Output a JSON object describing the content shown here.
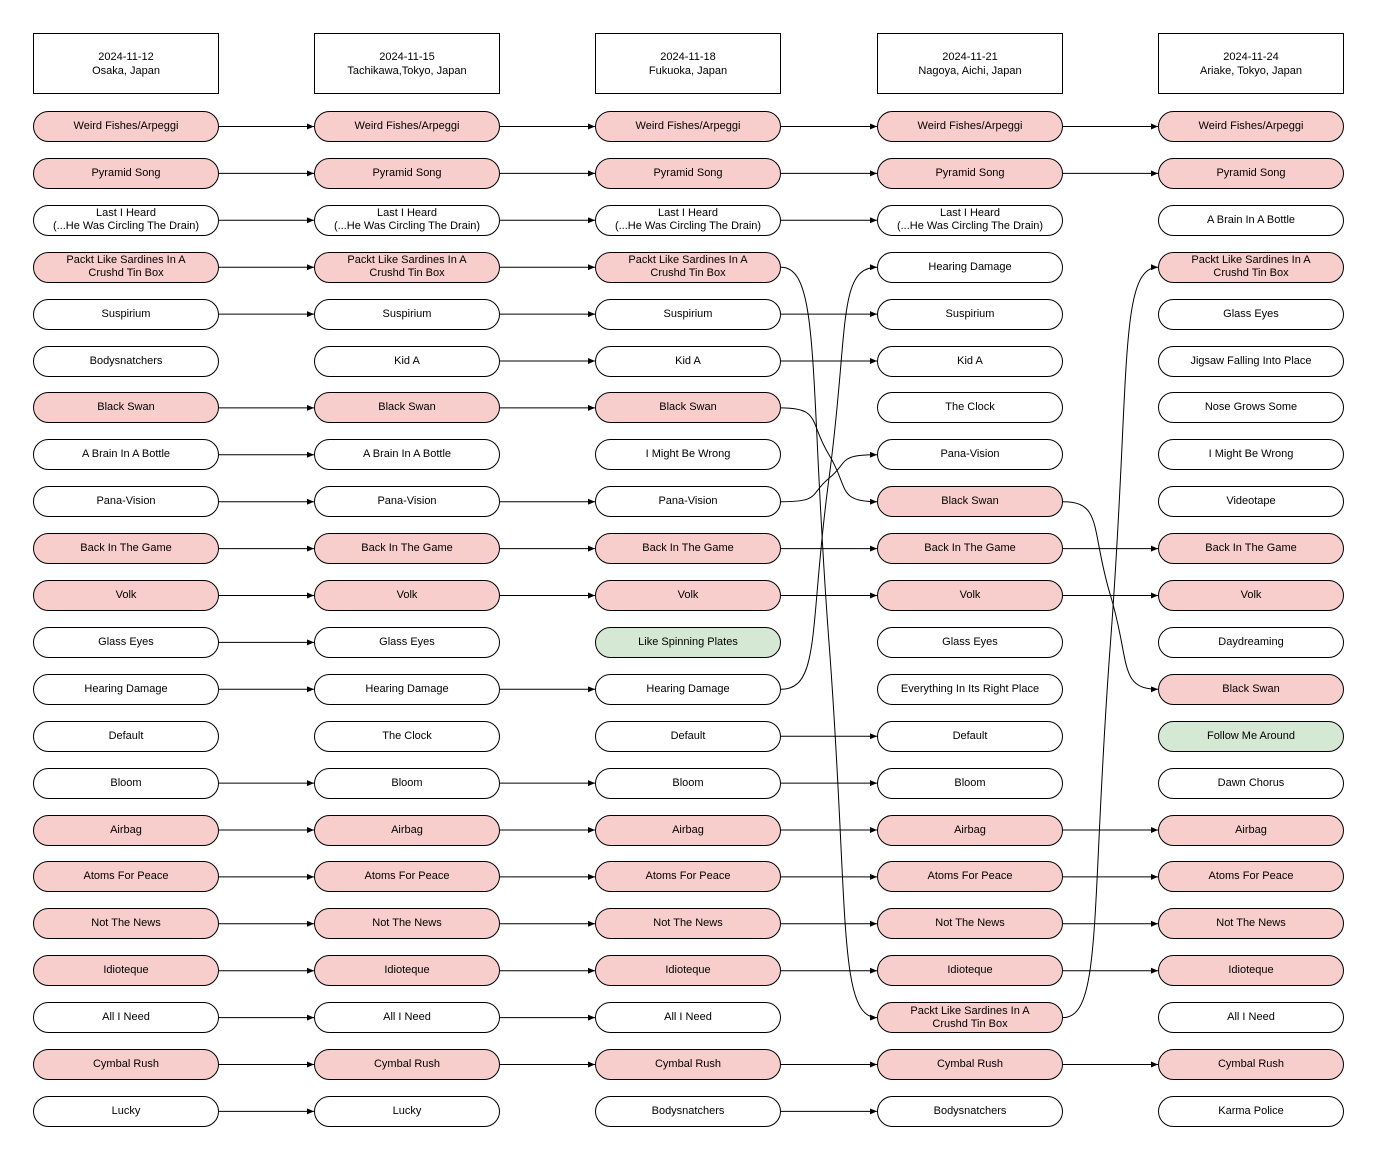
{
  "colors": {
    "repeated": "#f8cecc",
    "new": "#d5e8d4",
    "plain": "#ffffff",
    "stroke": "#000000"
  },
  "shows": [
    {
      "date": "2024-11-12",
      "location": "Osaka, Japan",
      "songs": [
        {
          "title": "Weird Fishes/Arpeggi",
          "fill": "red"
        },
        {
          "title": "Pyramid Song",
          "fill": "red"
        },
        {
          "title": "Last I Heard\n(...He Was Circling The Drain)",
          "fill": "white"
        },
        {
          "title": "Packt Like Sardines In A\nCrushd Tin Box",
          "fill": "red"
        },
        {
          "title": "Suspirium",
          "fill": "white"
        },
        {
          "title": "Bodysnatchers",
          "fill": "white"
        },
        {
          "title": "Black Swan",
          "fill": "red"
        },
        {
          "title": "A Brain In A Bottle",
          "fill": "white"
        },
        {
          "title": "Pana-Vision",
          "fill": "white"
        },
        {
          "title": "Back In The Game",
          "fill": "red"
        },
        {
          "title": "Volk",
          "fill": "red"
        },
        {
          "title": "Glass Eyes",
          "fill": "white"
        },
        {
          "title": "Hearing Damage",
          "fill": "white"
        },
        {
          "title": "Default",
          "fill": "white"
        },
        {
          "title": "Bloom",
          "fill": "white"
        },
        {
          "title": "Airbag",
          "fill": "red"
        },
        {
          "title": "Atoms For Peace",
          "fill": "red"
        },
        {
          "title": "Not The News",
          "fill": "red"
        },
        {
          "title": "Idioteque",
          "fill": "red"
        },
        {
          "title": "All I Need",
          "fill": "white"
        },
        {
          "title": "Cymbal Rush",
          "fill": "red"
        },
        {
          "title": "Lucky",
          "fill": "white"
        }
      ]
    },
    {
      "date": "2024-11-15",
      "location": "Tachikawa,Tokyo, Japan",
      "songs": [
        {
          "title": "Weird Fishes/Arpeggi",
          "fill": "red"
        },
        {
          "title": "Pyramid Song",
          "fill": "red"
        },
        {
          "title": "Last I Heard\n(...He Was Circling The Drain)",
          "fill": "white"
        },
        {
          "title": "Packt Like Sardines In A\nCrushd Tin Box",
          "fill": "red"
        },
        {
          "title": "Suspirium",
          "fill": "white"
        },
        {
          "title": "Kid A",
          "fill": "white"
        },
        {
          "title": "Black Swan",
          "fill": "red"
        },
        {
          "title": "A Brain In A Bottle",
          "fill": "white"
        },
        {
          "title": "Pana-Vision",
          "fill": "white"
        },
        {
          "title": "Back In The Game",
          "fill": "red"
        },
        {
          "title": "Volk",
          "fill": "red"
        },
        {
          "title": "Glass Eyes",
          "fill": "white"
        },
        {
          "title": "Hearing Damage",
          "fill": "white"
        },
        {
          "title": "The Clock",
          "fill": "white"
        },
        {
          "title": "Bloom",
          "fill": "white"
        },
        {
          "title": "Airbag",
          "fill": "red"
        },
        {
          "title": "Atoms For Peace",
          "fill": "red"
        },
        {
          "title": "Not The News",
          "fill": "red"
        },
        {
          "title": "Idioteque",
          "fill": "red"
        },
        {
          "title": "All I Need",
          "fill": "white"
        },
        {
          "title": "Cymbal Rush",
          "fill": "red"
        },
        {
          "title": "Lucky",
          "fill": "white"
        }
      ]
    },
    {
      "date": "2024-11-18",
      "location": "Fukuoka, Japan",
      "songs": [
        {
          "title": "Weird Fishes/Arpeggi",
          "fill": "red"
        },
        {
          "title": "Pyramid Song",
          "fill": "red"
        },
        {
          "title": "Last I Heard\n(...He Was Circling The Drain)",
          "fill": "white"
        },
        {
          "title": "Packt Like Sardines In A\nCrushd Tin Box",
          "fill": "red"
        },
        {
          "title": "Suspirium",
          "fill": "white"
        },
        {
          "title": "Kid A",
          "fill": "white"
        },
        {
          "title": "Black Swan",
          "fill": "red"
        },
        {
          "title": "I Might Be Wrong",
          "fill": "white"
        },
        {
          "title": "Pana-Vision",
          "fill": "white"
        },
        {
          "title": "Back In The Game",
          "fill": "red"
        },
        {
          "title": "Volk",
          "fill": "red"
        },
        {
          "title": "Like Spinning Plates",
          "fill": "green"
        },
        {
          "title": "Hearing Damage",
          "fill": "white"
        },
        {
          "title": "Default",
          "fill": "white"
        },
        {
          "title": "Bloom",
          "fill": "white"
        },
        {
          "title": "Airbag",
          "fill": "red"
        },
        {
          "title": "Atoms For Peace",
          "fill": "red"
        },
        {
          "title": "Not The News",
          "fill": "red"
        },
        {
          "title": "Idioteque",
          "fill": "red"
        },
        {
          "title": "All I Need",
          "fill": "white"
        },
        {
          "title": "Cymbal Rush",
          "fill": "red"
        },
        {
          "title": "Bodysnatchers",
          "fill": "white"
        }
      ]
    },
    {
      "date": "2024-11-21",
      "location": "Nagoya, Aichi, Japan",
      "songs": [
        {
          "title": "Weird Fishes/Arpeggi",
          "fill": "red"
        },
        {
          "title": "Pyramid Song",
          "fill": "red"
        },
        {
          "title": "Last I Heard\n(...He Was Circling The Drain)",
          "fill": "white"
        },
        {
          "title": "Hearing Damage",
          "fill": "white"
        },
        {
          "title": "Suspirium",
          "fill": "white"
        },
        {
          "title": "Kid A",
          "fill": "white"
        },
        {
          "title": "The Clock",
          "fill": "white"
        },
        {
          "title": "Pana-Vision",
          "fill": "white"
        },
        {
          "title": "Black Swan",
          "fill": "red"
        },
        {
          "title": "Back In The Game",
          "fill": "red"
        },
        {
          "title": "Volk",
          "fill": "red"
        },
        {
          "title": "Glass Eyes",
          "fill": "white"
        },
        {
          "title": "Everything In Its Right Place",
          "fill": "white"
        },
        {
          "title": "Default",
          "fill": "white"
        },
        {
          "title": "Bloom",
          "fill": "white"
        },
        {
          "title": "Airbag",
          "fill": "red"
        },
        {
          "title": "Atoms For Peace",
          "fill": "red"
        },
        {
          "title": "Not The News",
          "fill": "red"
        },
        {
          "title": "Idioteque",
          "fill": "red"
        },
        {
          "title": "Packt Like Sardines In A\nCrushd Tin Box",
          "fill": "red"
        },
        {
          "title": "Cymbal Rush",
          "fill": "red"
        },
        {
          "title": "Bodysnatchers",
          "fill": "white"
        }
      ]
    },
    {
      "date": "2024-11-24",
      "location": "Ariake, Tokyo, Japan",
      "songs": [
        {
          "title": "Weird Fishes/Arpeggi",
          "fill": "red"
        },
        {
          "title": "Pyramid Song",
          "fill": "red"
        },
        {
          "title": "A Brain In A Bottle",
          "fill": "white"
        },
        {
          "title": "Packt Like Sardines In A\nCrushd Tin Box",
          "fill": "red"
        },
        {
          "title": "Glass Eyes",
          "fill": "white"
        },
        {
          "title": "Jigsaw Falling Into Place",
          "fill": "white"
        },
        {
          "title": "Nose Grows Some",
          "fill": "white"
        },
        {
          "title": "I Might Be Wrong",
          "fill": "white"
        },
        {
          "title": "Videotape",
          "fill": "white"
        },
        {
          "title": "Back In The Game",
          "fill": "red"
        },
        {
          "title": "Volk",
          "fill": "red"
        },
        {
          "title": "Daydreaming",
          "fill": "white"
        },
        {
          "title": "Black Swan",
          "fill": "red"
        },
        {
          "title": "Follow Me Around",
          "fill": "green"
        },
        {
          "title": "Dawn Chorus",
          "fill": "white"
        },
        {
          "title": "Airbag",
          "fill": "red"
        },
        {
          "title": "Atoms For Peace",
          "fill": "red"
        },
        {
          "title": "Not The News",
          "fill": "red"
        },
        {
          "title": "Idioteque",
          "fill": "red"
        },
        {
          "title": "All I Need",
          "fill": "white"
        },
        {
          "title": "Cymbal Rush",
          "fill": "red"
        },
        {
          "title": "Karma Police",
          "fill": "white"
        }
      ]
    }
  ],
  "connections": [
    {
      "from_show": 0,
      "to_show": 1,
      "pairs": [
        [
          0,
          0
        ],
        [
          1,
          1
        ],
        [
          2,
          2
        ],
        [
          3,
          3
        ],
        [
          4,
          4
        ],
        [
          6,
          6
        ],
        [
          7,
          7
        ],
        [
          8,
          8
        ],
        [
          9,
          9
        ],
        [
          10,
          10
        ],
        [
          11,
          11
        ],
        [
          12,
          12
        ],
        [
          14,
          14
        ],
        [
          15,
          15
        ],
        [
          16,
          16
        ],
        [
          17,
          17
        ],
        [
          18,
          18
        ],
        [
          19,
          19
        ],
        [
          20,
          20
        ],
        [
          21,
          21
        ]
      ]
    },
    {
      "from_show": 1,
      "to_show": 2,
      "pairs": [
        [
          0,
          0
        ],
        [
          1,
          1
        ],
        [
          2,
          2
        ],
        [
          3,
          3
        ],
        [
          4,
          4
        ],
        [
          5,
          5
        ],
        [
          6,
          6
        ],
        [
          8,
          8
        ],
        [
          9,
          9
        ],
        [
          10,
          10
        ],
        [
          12,
          12
        ],
        [
          14,
          14
        ],
        [
          15,
          15
        ],
        [
          16,
          16
        ],
        [
          17,
          17
        ],
        [
          18,
          18
        ],
        [
          19,
          19
        ],
        [
          20,
          20
        ]
      ]
    },
    {
      "from_show": 2,
      "to_show": 3,
      "pairs": [
        [
          0,
          0
        ],
        [
          1,
          1
        ],
        [
          2,
          2
        ],
        [
          3,
          19
        ],
        [
          4,
          4
        ],
        [
          5,
          5
        ],
        [
          6,
          8
        ],
        [
          8,
          7
        ],
        [
          9,
          9
        ],
        [
          10,
          10
        ],
        [
          12,
          3
        ],
        [
          13,
          13
        ],
        [
          14,
          14
        ],
        [
          15,
          15
        ],
        [
          16,
          16
        ],
        [
          17,
          17
        ],
        [
          18,
          18
        ],
        [
          20,
          20
        ],
        [
          21,
          21
        ]
      ]
    },
    {
      "from_show": 3,
      "to_show": 4,
      "pairs": [
        [
          0,
          0
        ],
        [
          1,
          1
        ],
        [
          8,
          12
        ],
        [
          9,
          9
        ],
        [
          10,
          10
        ],
        [
          15,
          15
        ],
        [
          16,
          16
        ],
        [
          17,
          17
        ],
        [
          18,
          18
        ],
        [
          19,
          3
        ],
        [
          20,
          20
        ]
      ]
    }
  ]
}
